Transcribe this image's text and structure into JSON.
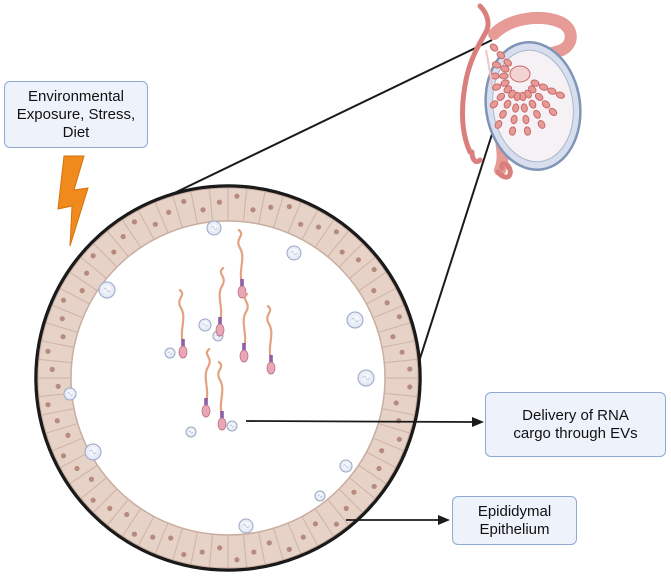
{
  "labels": {
    "environment": [
      "Environmental",
      "Exposure, Stress,",
      "Diet"
    ],
    "delivery": [
      "Delivery of RNA",
      "cargo through EVs"
    ],
    "epithelium": [
      "Epididymal",
      "Epithelium"
    ]
  },
  "icons": {
    "trigger": "lightning-bolt-icon",
    "organ": "testis-epididymis-illustration",
    "cross_section": "epididymal-duct-cross-section",
    "cells": "sperm-cell-icon",
    "vesicles": "extracellular-vesicle-icon"
  },
  "colors": {
    "bolt": "#f08a1c",
    "epithelium": "#e7d2c8",
    "nucleus": "#b58b7e",
    "organ": "#e79b97",
    "organ_dark": "#c76a6a",
    "capsule": "#7f95b8",
    "box_fill": "#eef3fb",
    "box_border": "#8fa9d1",
    "sperm_tail": "#e3a383",
    "sperm_head": "#e9a7b6"
  }
}
